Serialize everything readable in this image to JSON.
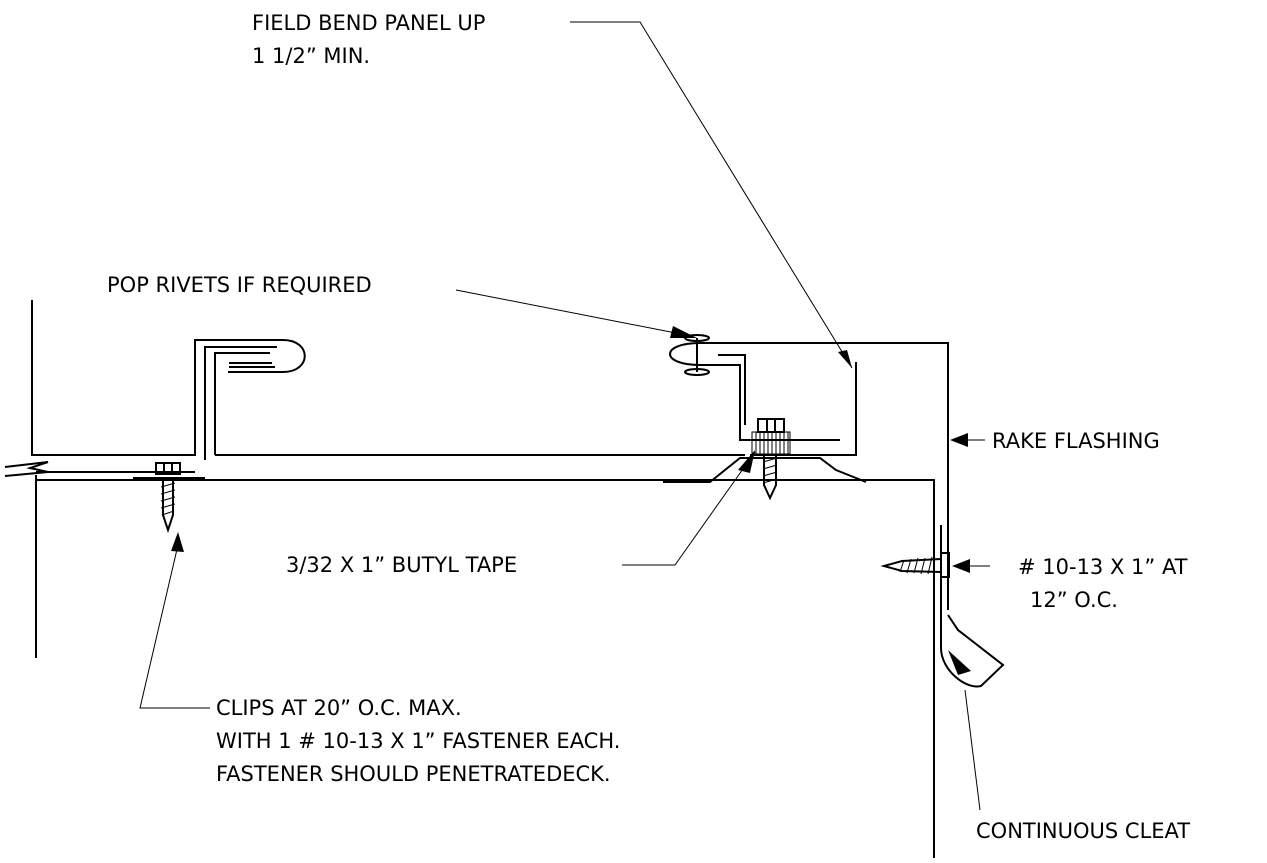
{
  "labels": {
    "field_bend_1": "FIELD BEND PANEL UP",
    "field_bend_2": "1 1/2” MIN.",
    "pop_rivets": "POP RIVETS IF REQUIRED",
    "rake_flashing": "RAKE FLASHING",
    "butyl_tape": "3/32 X 1” BUTYL TAPE",
    "fastener_1": "# 10-13 X 1”  AT",
    "fastener_2": "12” O.C.",
    "clips_1": "CLIPS AT 20” O.C. MAX.",
    "clips_2": "WITH 1 # 10-13 X 1” FASTENER EACH.",
    "clips_3": "FASTENER SHOULD PENETRATEDECK.",
    "cleat": "CONTINUOUS CLEAT"
  }
}
